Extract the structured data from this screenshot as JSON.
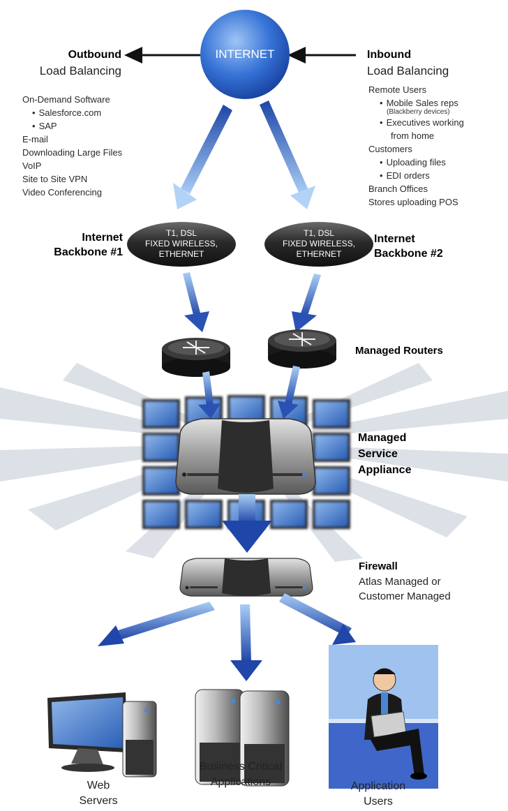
{
  "internet": "INTERNET",
  "outbound": {
    "title": "Outbound",
    "subtitle": "Load Balancing",
    "items": [
      {
        "text": "On-Demand Software",
        "sub": false
      },
      {
        "text": "Salesforce.com",
        "sub": true
      },
      {
        "text": "SAP",
        "sub": true
      },
      {
        "text": "E-mail",
        "sub": false
      },
      {
        "text": "Downloading Large Files",
        "sub": false
      },
      {
        "text": "VoIP",
        "sub": false
      },
      {
        "text": "Site to Site VPN",
        "sub": false
      },
      {
        "text": "Video Conferencing",
        "sub": false
      }
    ]
  },
  "inbound": {
    "title": "Inbound",
    "subtitle": "Load Balancing",
    "items": {
      "remote_users": "Remote Users",
      "mobile_sales": "Mobile Sales reps",
      "blackberry": "(Blackberry devices)",
      "executives_1": "Executives working",
      "executives_2": "from home",
      "customers": "Customers",
      "uploading_files": "Uploading files",
      "edi_orders": "EDI orders",
      "branch_offices": "Branch Offices",
      "stores_pos": "Stores uploading POS"
    }
  },
  "backbone1": {
    "label_1": "Internet",
    "label_2": "Backbone #1",
    "line_1": "T1, DSL",
    "line_2": "FIXED WIRELESS,",
    "line_3": "ETHERNET"
  },
  "backbone2": {
    "label_1": "Internet",
    "label_2": "Backbone #2",
    "line_1": "T1, DSL",
    "line_2": "FIXED WIRELESS,",
    "line_3": "ETHERNET"
  },
  "routers_label": "Managed Routers",
  "appliance_label": {
    "line_1": "Managed",
    "line_2": "Service",
    "line_3": "Appliance"
  },
  "firewall": {
    "title": "Firewall",
    "line_1": "Atlas Managed or",
    "line_2": "Customer Managed"
  },
  "endpoints": {
    "web": {
      "line_1": "Web",
      "line_2": "Servers"
    },
    "bca": {
      "line_1": "Business Critical",
      "line_2": "Applications"
    },
    "users": {
      "line_1": "Application",
      "line_2": "Users"
    }
  },
  "colors": {
    "arrow_light": "#9cc3f0",
    "arrow_dark": "#1a3a9c",
    "globe": "#2f6bd0",
    "screen": "#4a86d6"
  }
}
